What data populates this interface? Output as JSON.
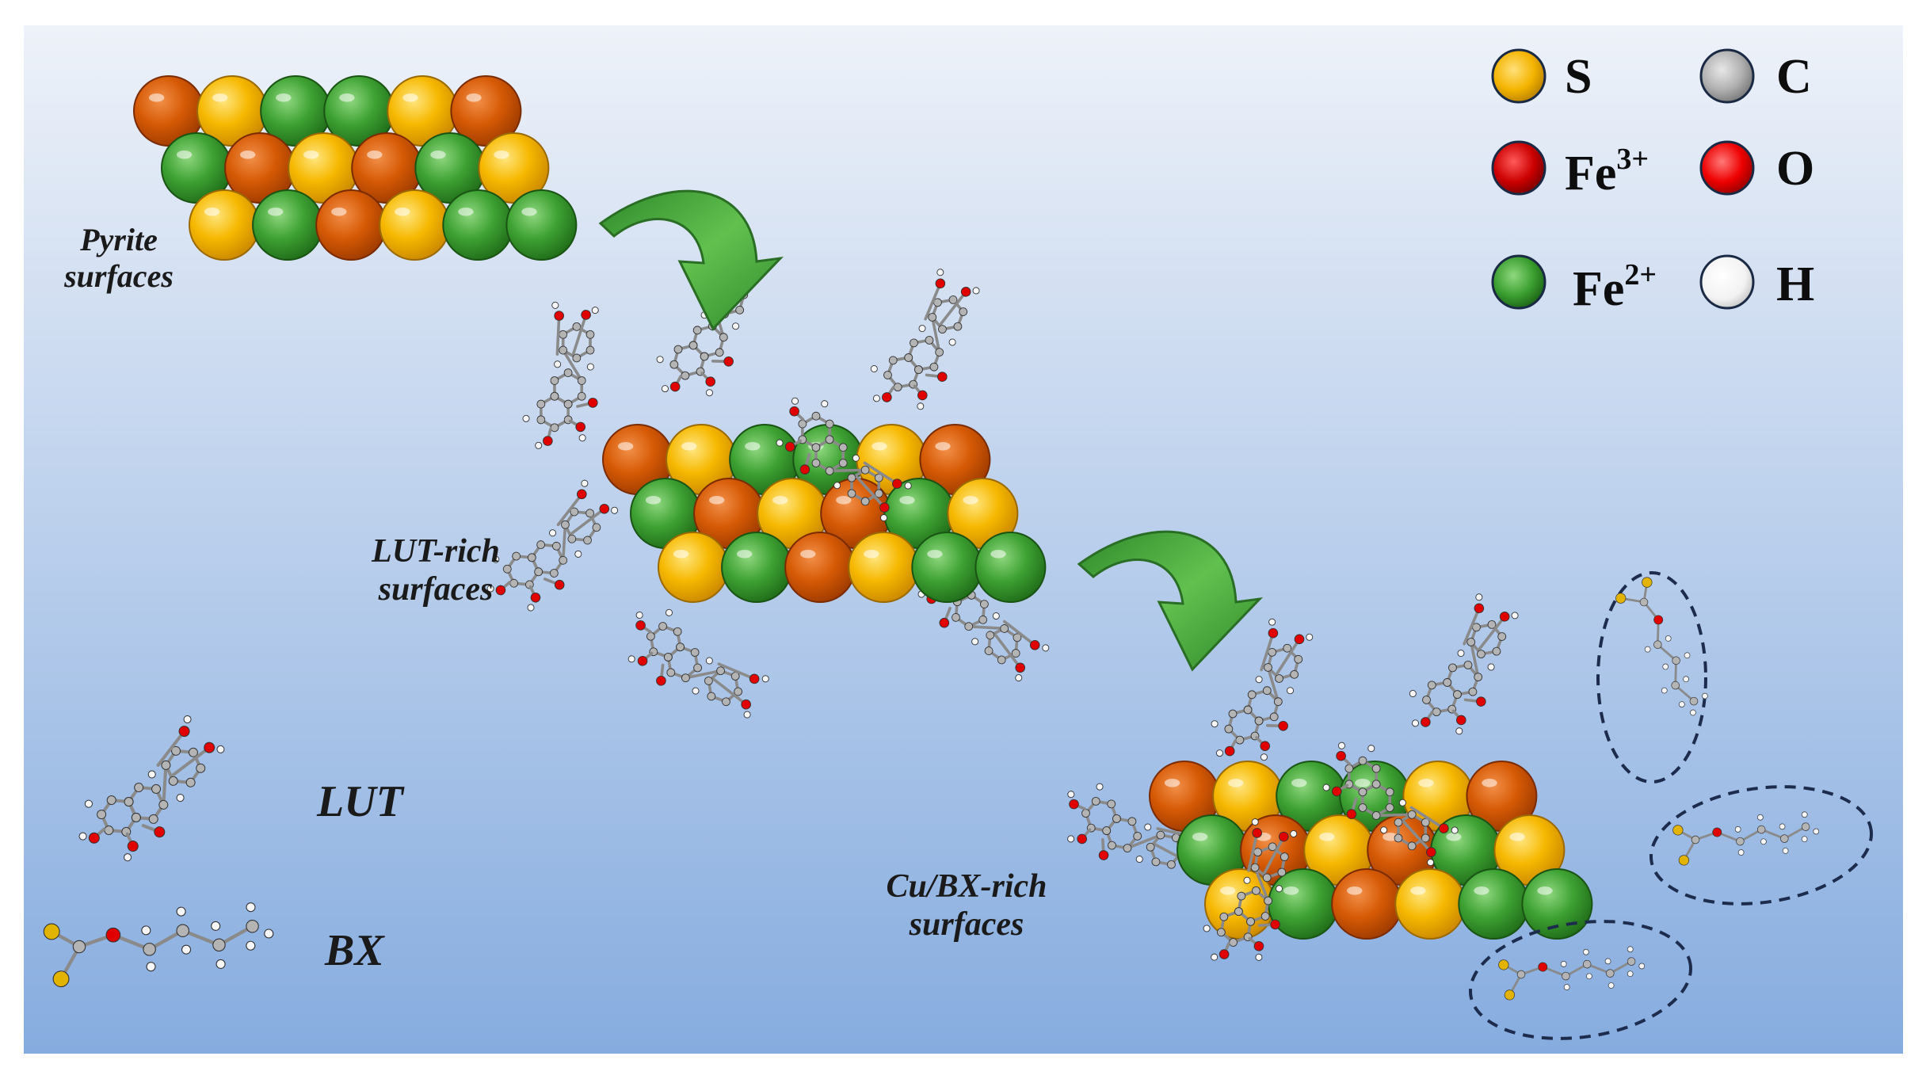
{
  "labels": {
    "pyrite_line1": "Pyrite",
    "pyrite_line2": "surfaces",
    "lut_rich_line1": "LUT-rich",
    "lut_rich_line2": "surfaces",
    "cubx_rich_line1": "Cu/BX-rich",
    "cubx_rich_line2": "surfaces",
    "lut": "LUT",
    "bx": "BX"
  },
  "legend": [
    {
      "symbol": "S",
      "superscript": "",
      "color": "#f4b400"
    },
    {
      "symbol": "C",
      "superscript": "",
      "color": "#b5b5b5"
    },
    {
      "symbol": "Fe",
      "superscript": "3+",
      "color": "#cc0000"
    },
    {
      "symbol": "O",
      "superscript": "",
      "color": "#ee0000"
    },
    {
      "symbol": "Fe",
      "superscript": "2+",
      "color": "#3a9e2f"
    },
    {
      "symbol": "H",
      "superscript": "",
      "color": "#f4f4f4"
    }
  ],
  "colors": {
    "background_top": "#eef2f9",
    "background_bottom": "#86acdf",
    "sulfur_sphere": "#f4b400",
    "fe3_sphere": "#d35400",
    "fe2_sphere": "#3a9e2f",
    "arrow": "#4caf50",
    "dashed_ellipse": "#1d2c4c"
  },
  "surface_rows": {
    "pyrite": [
      [
        "fe3",
        "s",
        "fe2",
        "fe2",
        "s",
        "fe3"
      ],
      [
        "fe2",
        "fe3",
        "s",
        "fe3",
        "fe2",
        "s"
      ],
      [
        "s",
        "fe2",
        "fe3",
        "s",
        "fe2",
        "fe2"
      ]
    ]
  }
}
